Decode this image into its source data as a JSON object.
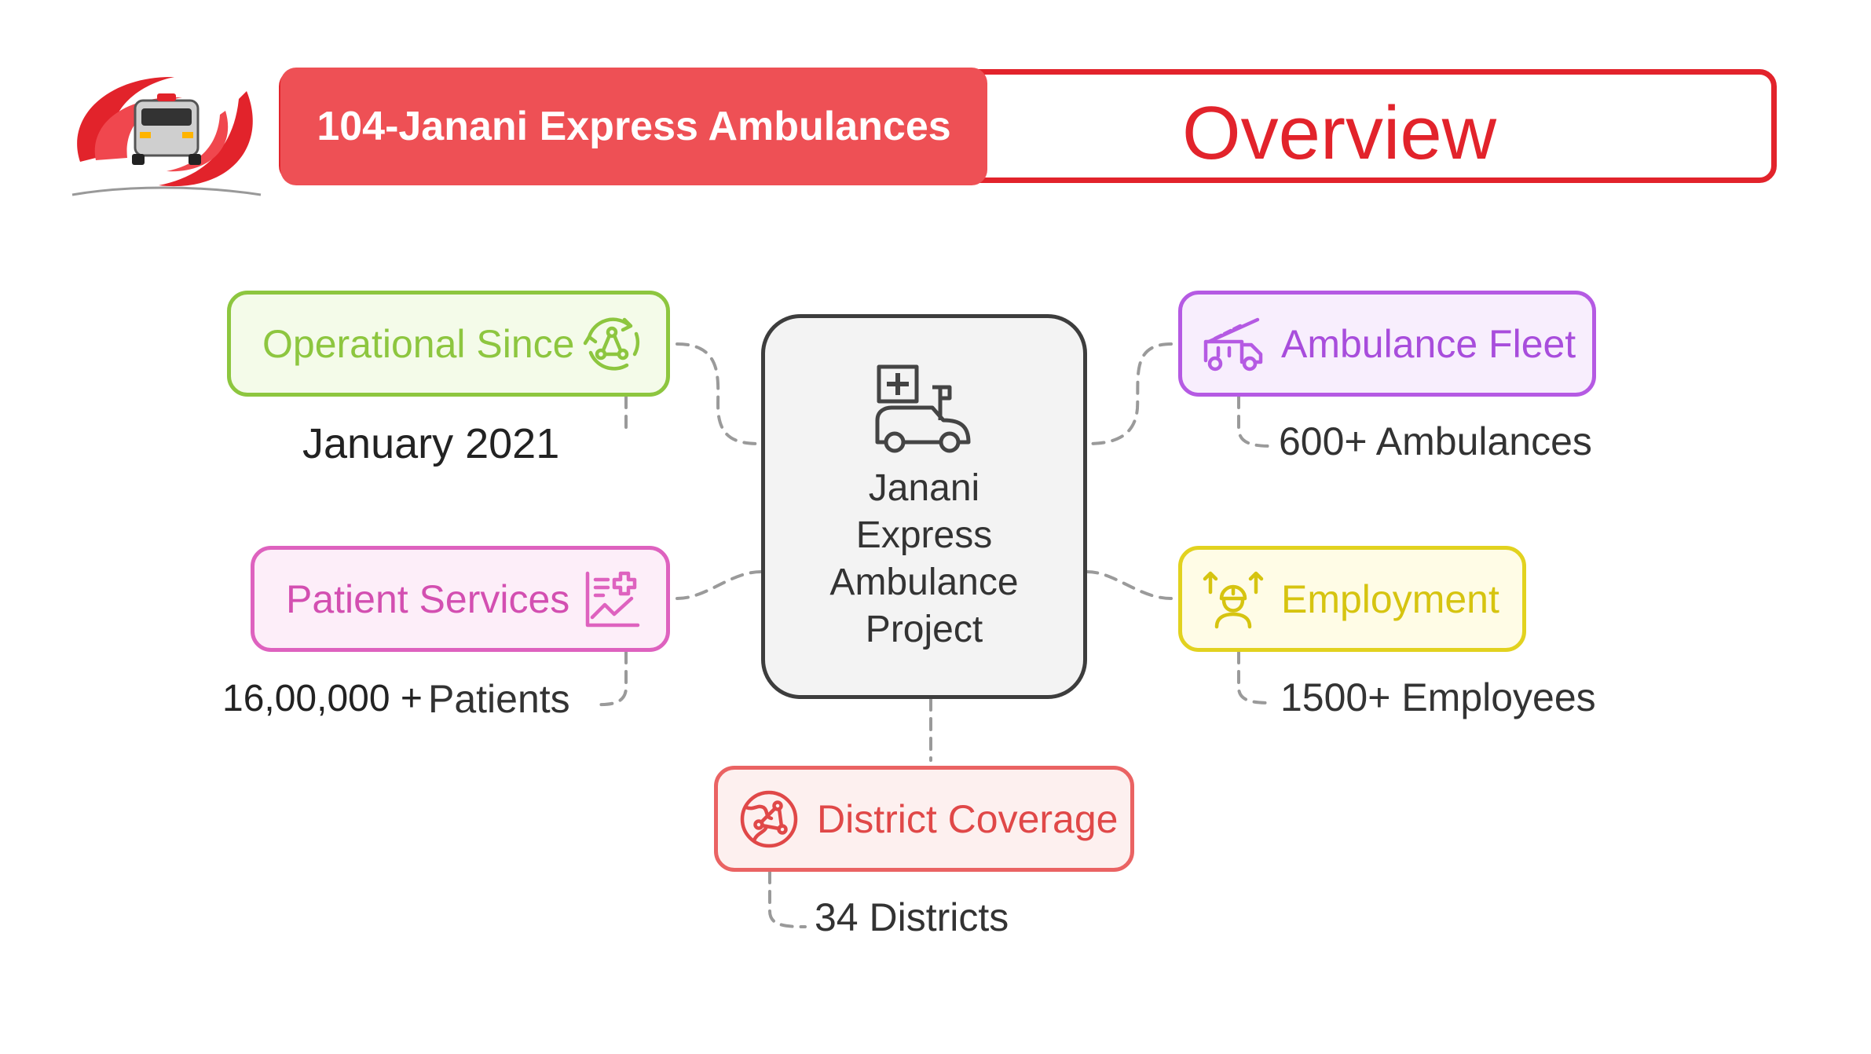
{
  "header": {
    "project_title": "104-Janani Express Ambulances",
    "section_title": "Overview"
  },
  "colors": {
    "brand_red": "#e2232b",
    "header_pill": "#ee5055",
    "operational": "#8dc63f",
    "patient": "#de62bf",
    "fleet": "#b55ae3",
    "employment": "#e2d21f",
    "district": "#ea6363"
  },
  "logo": {
    "icon": "ambulance-logo-icon"
  },
  "center": {
    "label": "Janani\nExpress\nAmbulance\nProject",
    "icon": "ambulance-icon"
  },
  "nodes": {
    "operational": {
      "label": "Operational Since",
      "value": "January 2021",
      "icon": "recycle-network-icon"
    },
    "patient": {
      "label": "Patient Services",
      "value_count": "16,00,000 +",
      "value_unit": "Patients",
      "icon": "medical-chart-icon"
    },
    "fleet": {
      "label": "Ambulance Fleet",
      "value": "600+ Ambulances",
      "icon": "fire-truck-icon"
    },
    "employment": {
      "label": "Employment",
      "value": "1500+ Employees",
      "icon": "worker-icon"
    },
    "district": {
      "label": "District Coverage",
      "value": "34 Districts",
      "icon": "globe-network-icon"
    }
  }
}
